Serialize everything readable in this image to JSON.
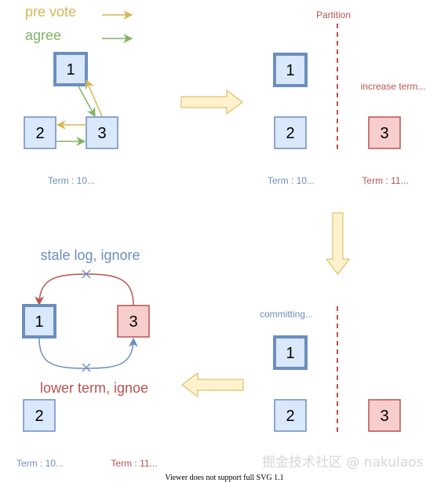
{
  "colors": {
    "pre_vote": "#d6b656",
    "agree": "#82b366",
    "blue_fill": "#dae8fc",
    "blue_stroke": "#6c8ebf",
    "red_fill": "#f8cecc",
    "red_stroke": "#b85450",
    "big_arrow_fill": "#fff2cc",
    "big_arrow_stroke": "#d6b656",
    "term_blue": "#6c8ebf",
    "term_red": "#b85450"
  },
  "legend": {
    "pre_vote": "pre vote",
    "agree": "agree"
  },
  "panel1": {
    "node1": "1",
    "node2": "2",
    "node3": "3",
    "term": "Term : 10..."
  },
  "panel2": {
    "partition": "Partition",
    "increase": "increase term...",
    "node1": "1",
    "node2": "2",
    "node3": "3",
    "term_left": "Term : 10...",
    "term_right": "Term : 11..."
  },
  "panel3": {
    "committing": "committing...",
    "node1": "1",
    "node2": "2",
    "node3": "3"
  },
  "panel4": {
    "stale": "stale log, ignore",
    "lower": "lower term, ignoe",
    "node1": "1",
    "node2": "2",
    "node3": "3",
    "term_left": "Term : 10...",
    "term_right": "Term : 11..."
  },
  "watermark": "掘金技术社区 @ nakulaos",
  "footer": "Viewer does not support full SVG 1.1"
}
